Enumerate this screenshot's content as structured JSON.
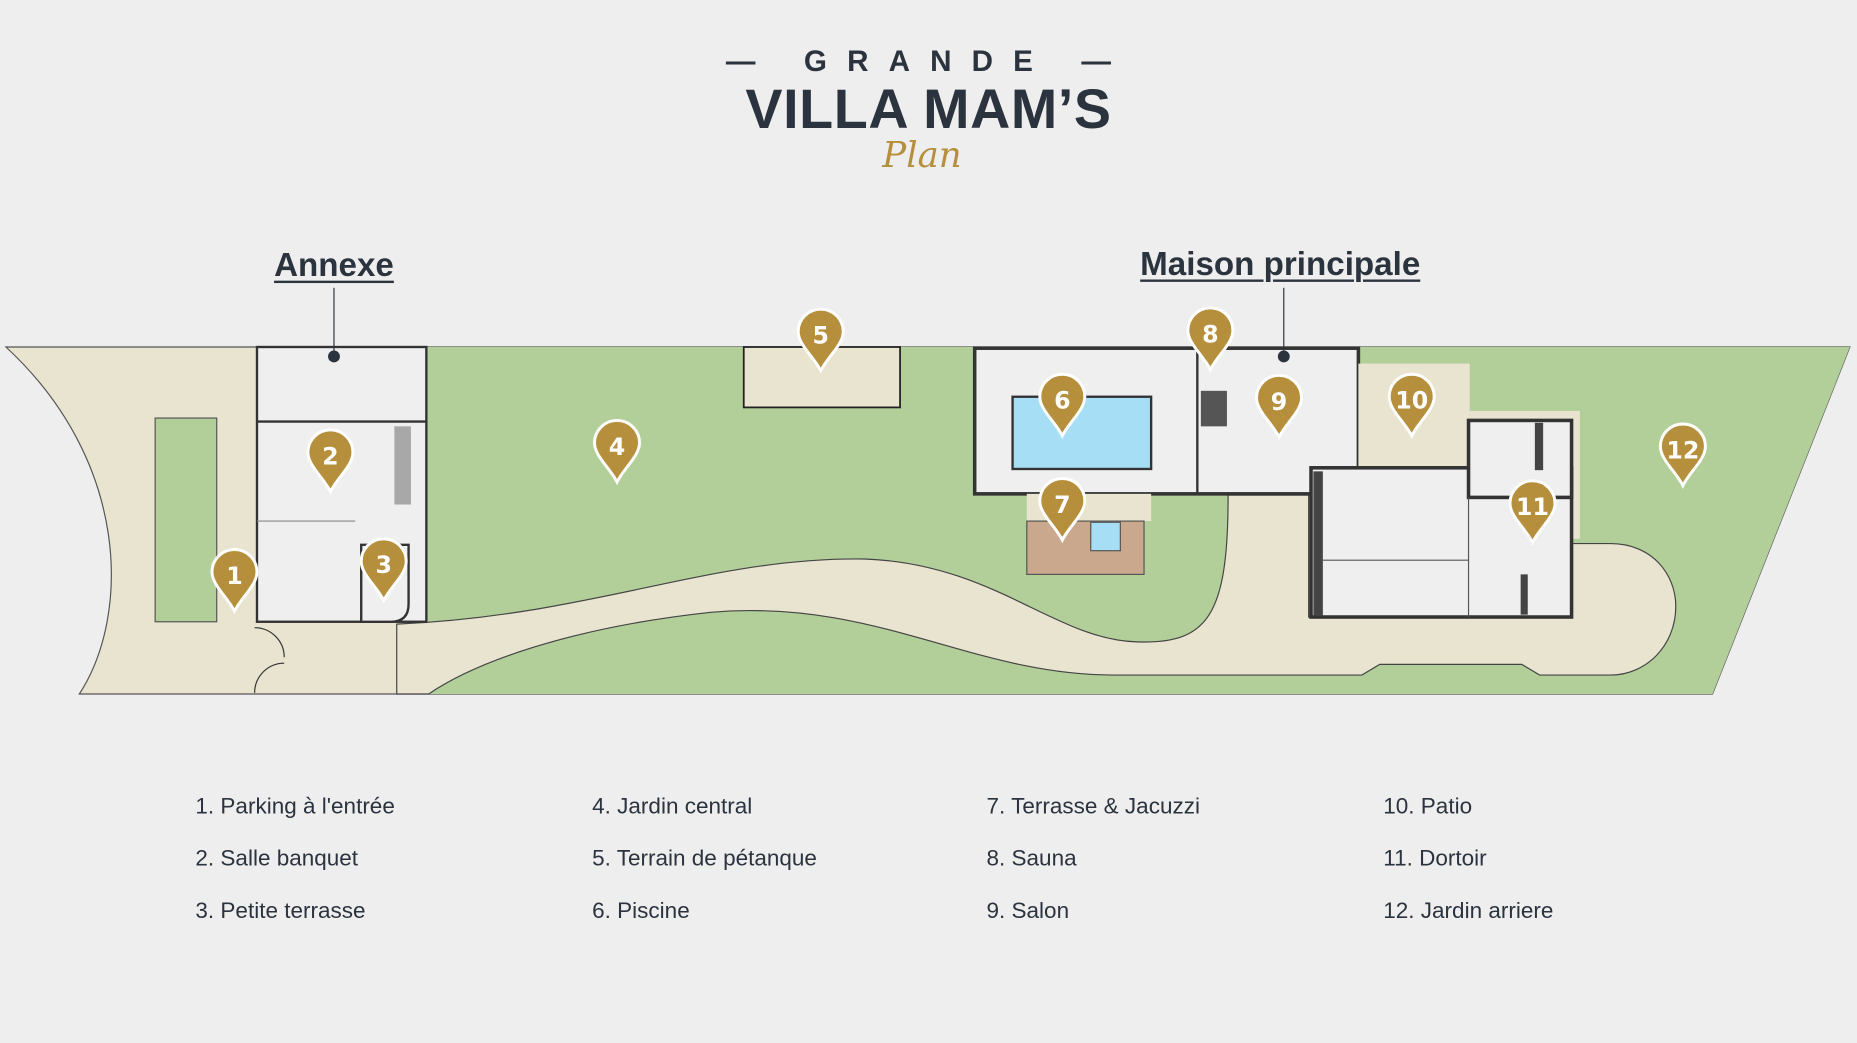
{
  "header": {
    "line1": "— GRANDE —",
    "title": "VILLA MAM’S",
    "subtitle": "Plan"
  },
  "sections": {
    "annex": "Annexe",
    "main_house": "Maison principale"
  },
  "colors": {
    "background": "#eeeeee",
    "lawn": "#b2cf9a",
    "path": "#e9e4d0",
    "pin": "#b58f3b",
    "text": "#2b333e",
    "pool": "#a6def5"
  },
  "pins": [
    "1",
    "2",
    "3",
    "4",
    "5",
    "6",
    "7",
    "8",
    "9",
    "10",
    "11",
    "12"
  ],
  "legend": [
    "1. Parking à l'entrée",
    "2. Salle banquet",
    "3. Petite terrasse",
    "4. Jardin central",
    "5. Terrain de pétanque",
    "6. Piscine",
    "7. Terrasse & Jacuzzi",
    "8. Sauna",
    "9. Salon",
    "10. Patio",
    "11. Dortoir",
    "12. Jardin arriere"
  ]
}
